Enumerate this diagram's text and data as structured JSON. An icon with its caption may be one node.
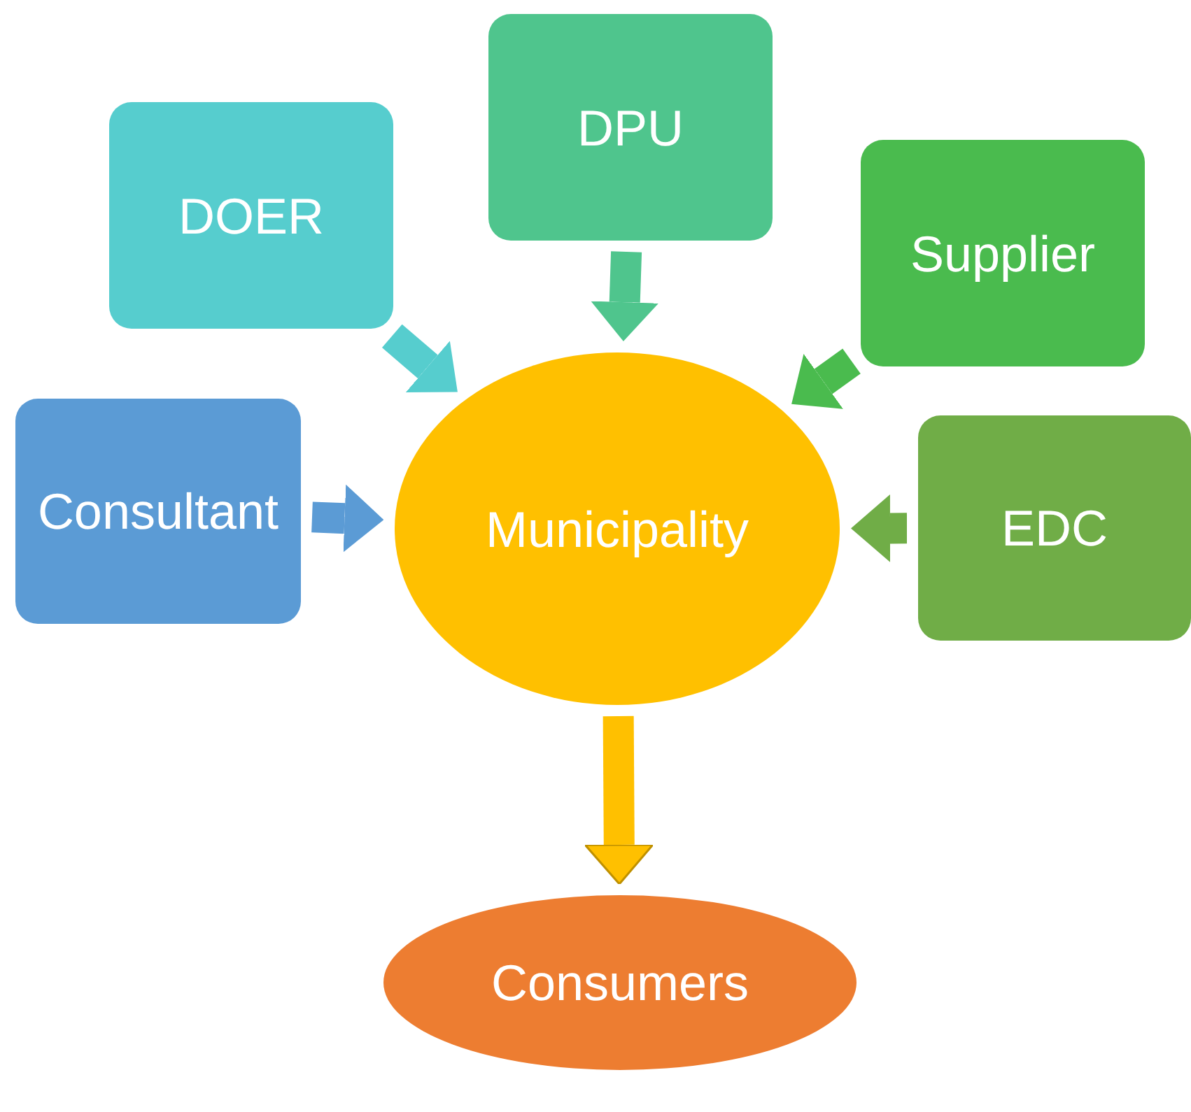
{
  "diagram": {
    "nodes": [
      {
        "text": [
          "DOER"
        ]
      },
      {
        "text": [
          "DPU"
        ]
      },
      {
        "text": [
          "Supplier"
        ]
      },
      {
        "text": [
          "Consultant"
        ]
      },
      {
        "text": [
          "Municipality"
        ]
      },
      {
        "text": [
          "EDC"
        ]
      },
      {
        "text": [
          "Consumers"
        ]
      }
    ],
    "edges": [
      {
        "from": 0,
        "to": 4,
        "arrow": "to",
        "color": "#56cdce"
      },
      {
        "from": 1,
        "to": 4,
        "arrow": "to",
        "color": "#4fc58d"
      },
      {
        "from": 2,
        "to": 4,
        "arrow": "to",
        "color": "#4abb4e"
      },
      {
        "from": 3,
        "to": 4,
        "arrow": "to",
        "color": "#5b9bd5"
      },
      {
        "from": 5,
        "to": 4,
        "arrow": "to",
        "color": "#70ad47"
      },
      {
        "from": 4,
        "to": 6,
        "arrow": "to",
        "color": "#ffc000"
      }
    ]
  }
}
